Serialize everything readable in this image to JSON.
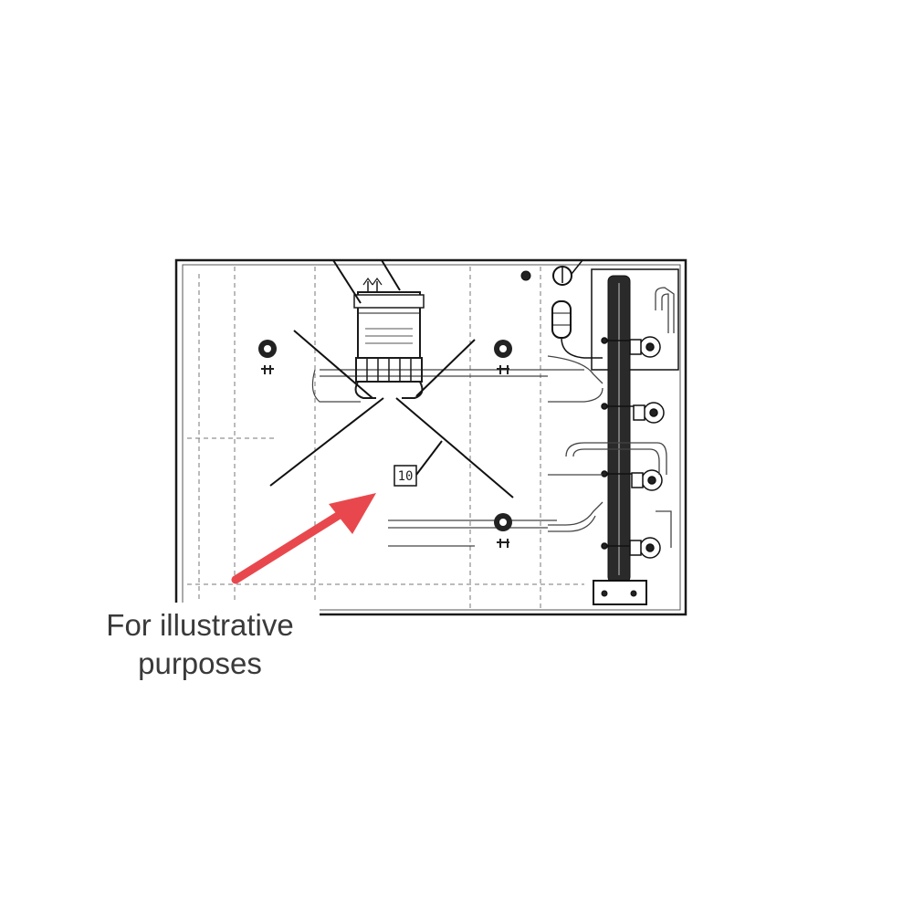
{
  "caption": {
    "line1": "For illustrative",
    "line2": "purposes"
  },
  "callout": {
    "part_number": "10"
  },
  "colors": {
    "arrow": "#e8484d",
    "ink": "#1a1a1a",
    "caption_text": "#3a3a3a"
  }
}
